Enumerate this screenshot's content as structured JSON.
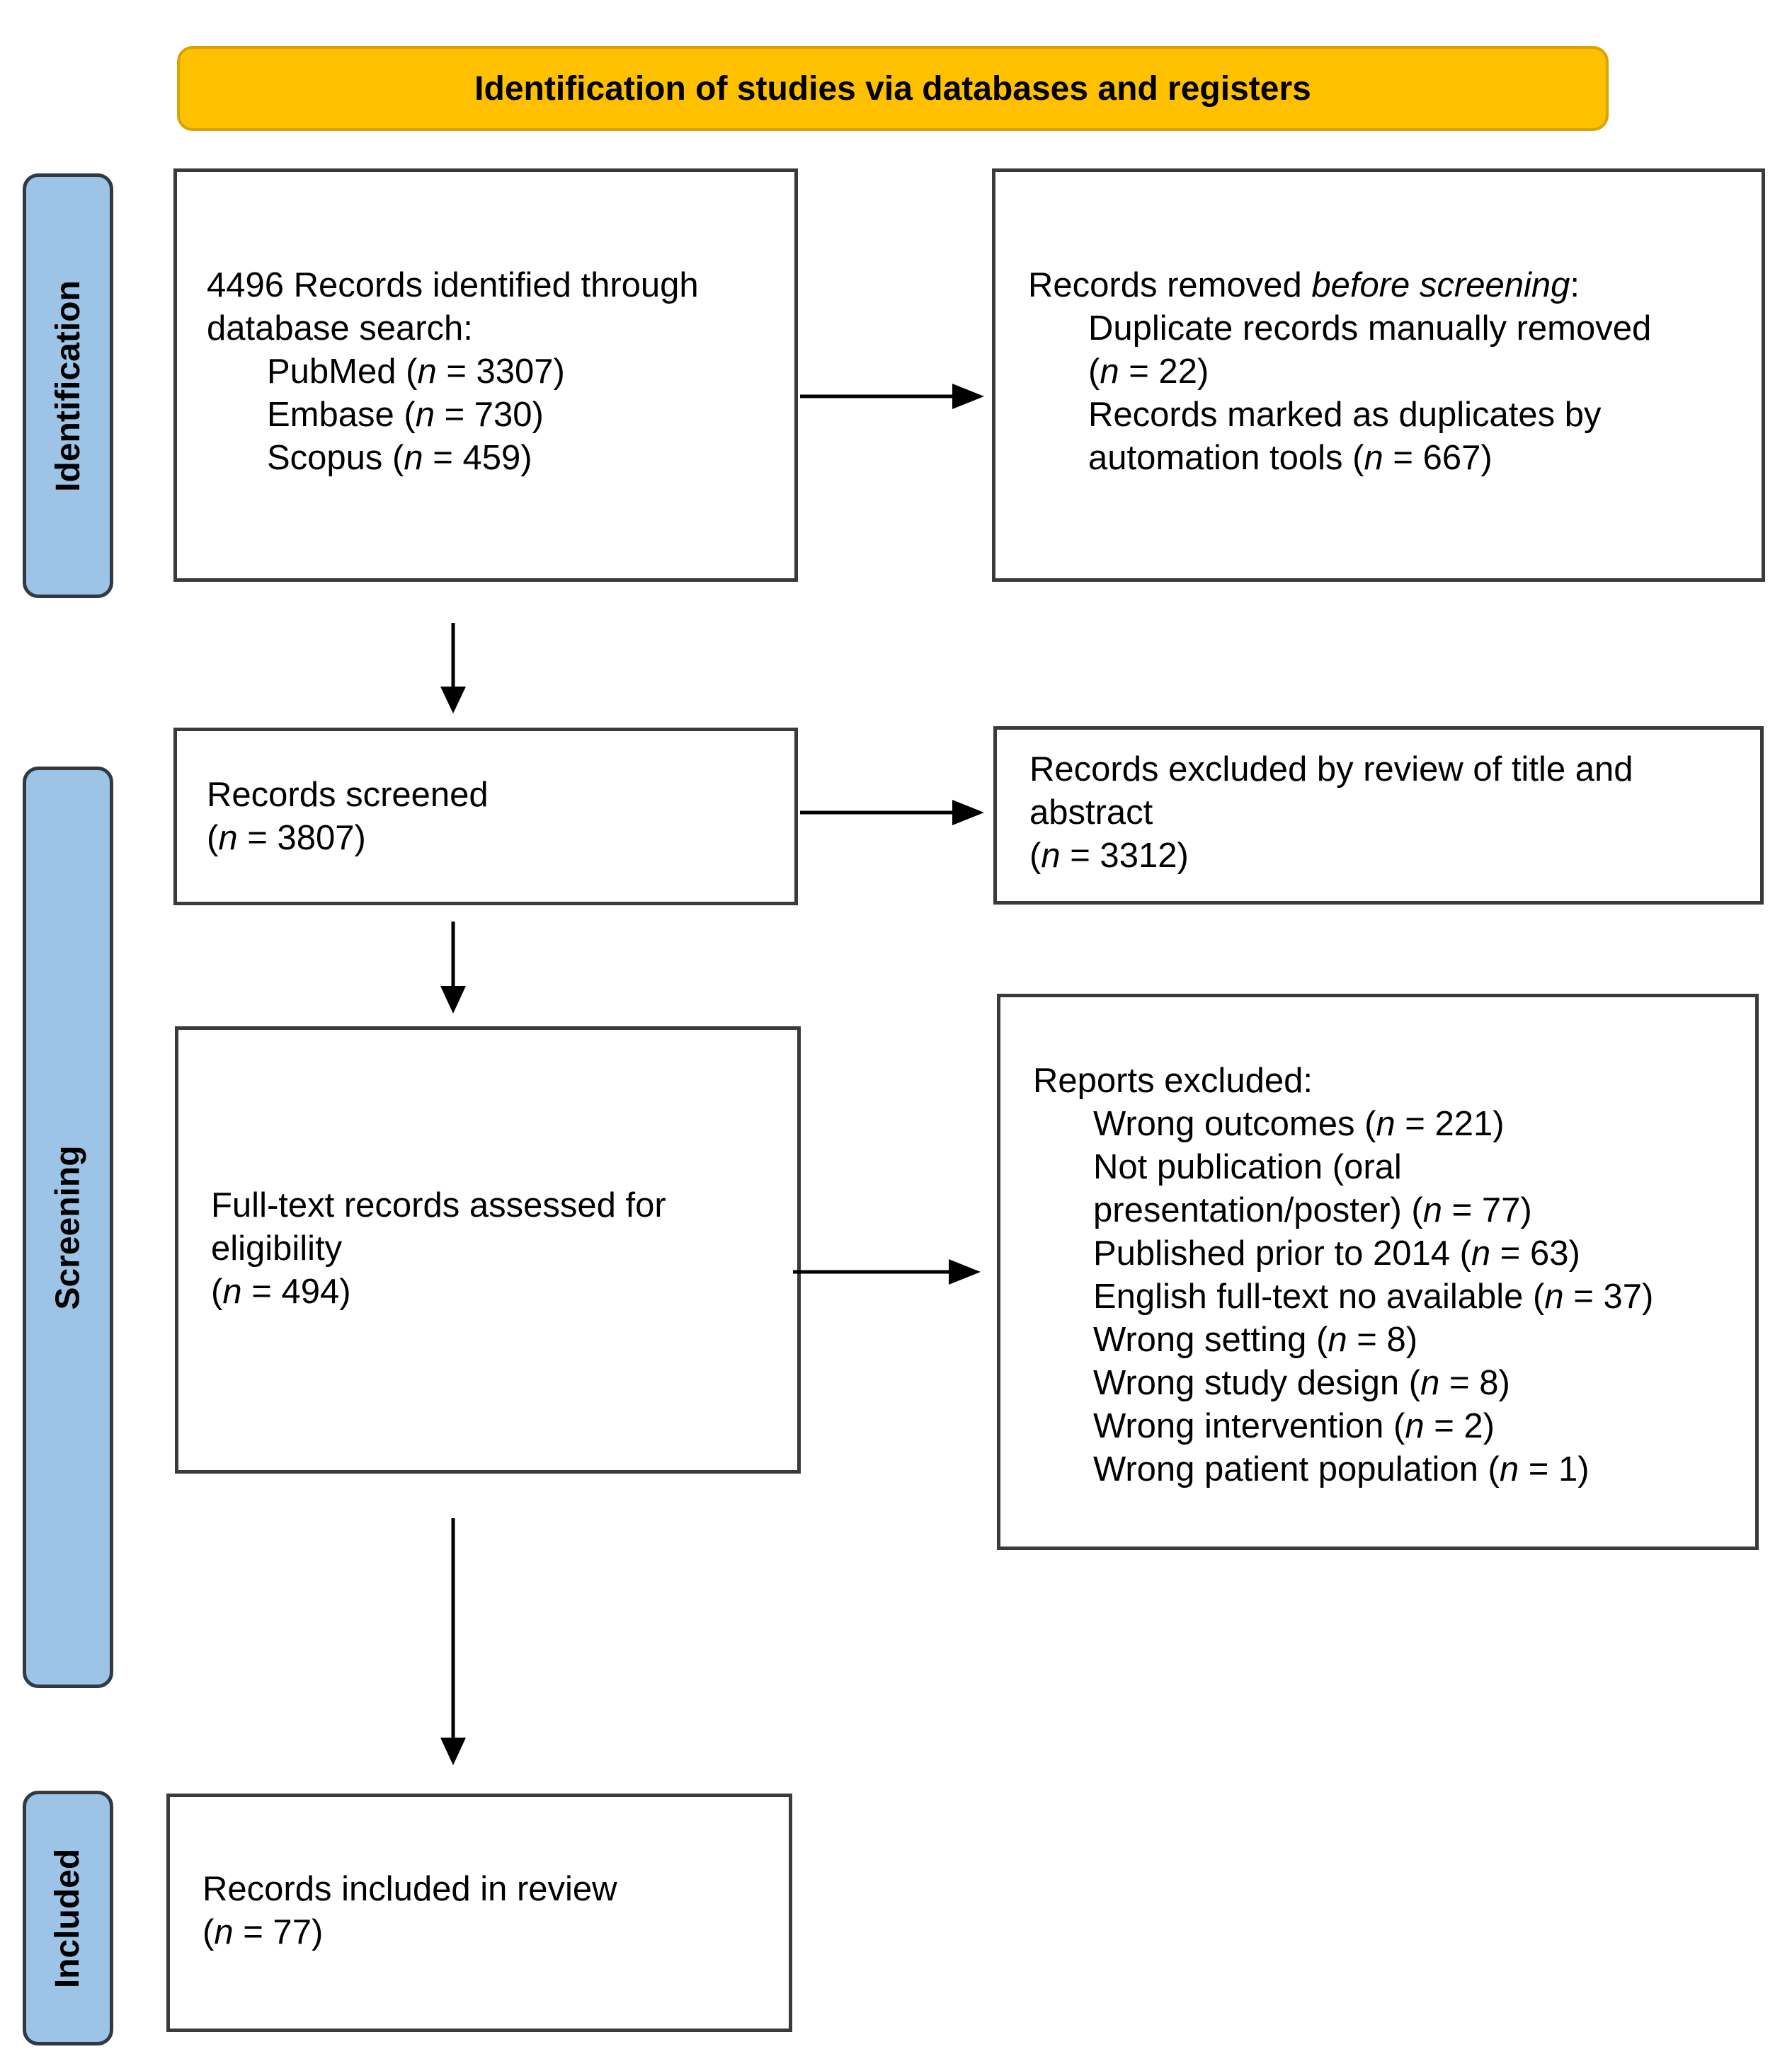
{
  "header": {
    "title": "Identification of studies via databases and registers"
  },
  "phases": {
    "identification": "Identification",
    "screening": "Screening",
    "included": "Included"
  },
  "identified": {
    "line1": "4496 Records identified through",
    "line2": "database search:",
    "sources": [
      {
        "name": "PubMed (",
        "n": "n",
        "rest": " = 3307)"
      },
      {
        "name": "Embase (",
        "n": "n",
        "rest": " = 730)"
      },
      {
        "name": "Scopus (",
        "n": "n",
        "rest": " = 459)"
      }
    ]
  },
  "removed": {
    "lead": "Records removed ",
    "lead_italic": "before screening",
    "lead_end": ":",
    "item1_line1": "Duplicate records manually removed",
    "item1_line2_open": "(",
    "item1_line2_n": "n",
    "item1_line2_rest": " = 22)",
    "item2_line1": "Records marked as duplicates by",
    "item2_line2": "automation tools (",
    "item2_line2_n": "n",
    "item2_line2_rest": " = 667)"
  },
  "screened": {
    "label": "Records screened",
    "open": "(",
    "n": "n",
    "rest": " = 3807)"
  },
  "excluded_title": {
    "line1": "Records excluded by review of title and",
    "line2": "abstract",
    "open": "(",
    "n": "n",
    "rest": " = 3312)"
  },
  "fulltext": {
    "line1": "Full-text records assessed for",
    "line2": "eligibility",
    "open": "(",
    "n": "n",
    "rest": " = 494)"
  },
  "reports_excluded": {
    "title": "Reports excluded:",
    "items": [
      {
        "pre": "Wrong outcomes (",
        "n": "n",
        "post": " = 221)"
      },
      {
        "pre": "Not publication (oral",
        "n": "",
        "post": ""
      },
      {
        "pre": "presentation/poster) (",
        "n": "n",
        "post": " = 77)"
      },
      {
        "pre": "Published prior to 2014 (",
        "n": "n",
        "post": " = 63)"
      },
      {
        "pre": "English full-text no available (",
        "n": "n",
        "post": " = 37)"
      },
      {
        "pre": "Wrong setting (",
        "n": "n",
        "post": " = 8)"
      },
      {
        "pre": "Wrong study design (",
        "n": "n",
        "post": " = 8)"
      },
      {
        "pre": "Wrong intervention (",
        "n": "n",
        "post": " = 2)"
      },
      {
        "pre": "Wrong patient population (",
        "n": "n",
        "post": " = 1)"
      }
    ]
  },
  "included": {
    "label": "Records included in review",
    "open": "(",
    "n": "n",
    "rest": " = 77)"
  }
}
